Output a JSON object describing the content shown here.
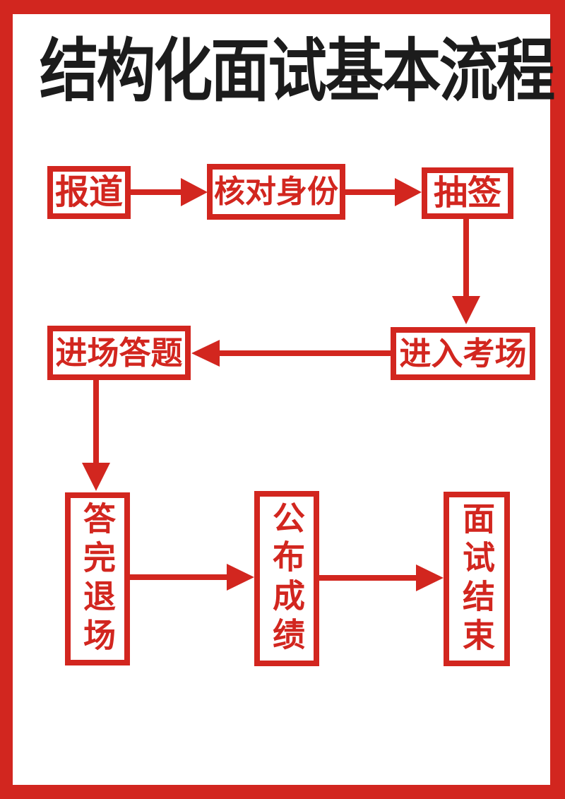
{
  "page": {
    "title": "结构化面试基本流程",
    "frame_color": "#d2261f",
    "background_color": "#ffffff",
    "title_color": "#1c1c1c",
    "accent_color": "#d2261f"
  },
  "flow": {
    "nodes": [
      {
        "id": "baodao",
        "label": "报道",
        "orientation": "horizontal",
        "row": 1
      },
      {
        "id": "hedui",
        "label": "核对身份",
        "orientation": "horizontal",
        "row": 1
      },
      {
        "id": "chouqian",
        "label": "抽签",
        "orientation": "horizontal",
        "row": 1
      },
      {
        "id": "jinru",
        "label": "进入考场",
        "orientation": "horizontal",
        "row": 2
      },
      {
        "id": "jinchang",
        "label": "进场答题",
        "orientation": "horizontal",
        "row": 2
      },
      {
        "id": "dawan",
        "label": "答完退场",
        "orientation": "vertical",
        "row": 3
      },
      {
        "id": "gongbu",
        "label": "公布成绩",
        "orientation": "vertical",
        "row": 3
      },
      {
        "id": "mianshi",
        "label": "面试结束",
        "orientation": "vertical",
        "row": 3
      }
    ],
    "edges": [
      {
        "from": "报道",
        "to": "核对身份",
        "direction": "right"
      },
      {
        "from": "核对身份",
        "to": "抽签",
        "direction": "right"
      },
      {
        "from": "抽签",
        "to": "进入考场",
        "direction": "down"
      },
      {
        "from": "进入考场",
        "to": "进场答题",
        "direction": "left"
      },
      {
        "from": "进场答题",
        "to": "答完退场",
        "direction": "down"
      },
      {
        "from": "答完退场",
        "to": "公布成绩",
        "direction": "right"
      },
      {
        "from": "公布成绩",
        "to": "面试结束",
        "direction": "right"
      }
    ]
  }
}
